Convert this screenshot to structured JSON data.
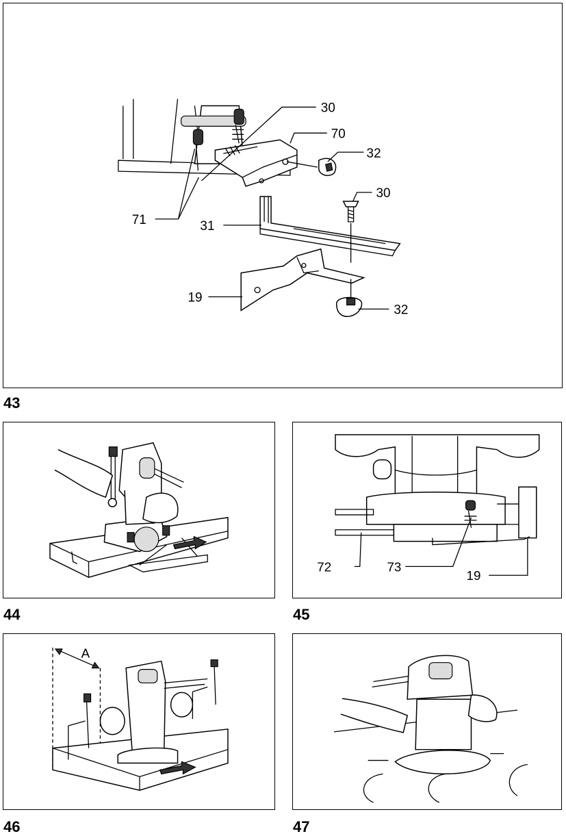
{
  "figures": {
    "fig43": {
      "number": "43",
      "callouts": {
        "c30a": "30",
        "c70": "70",
        "c32a": "32",
        "c30b": "30",
        "c71": "71",
        "c31": "31",
        "c19": "19",
        "c32b": "32"
      }
    },
    "fig44": {
      "number": "44"
    },
    "fig45": {
      "number": "45",
      "callouts": {
        "c72": "72",
        "c73": "73",
        "c19": "19"
      }
    },
    "fig46": {
      "number": "46",
      "callouts": {
        "cA": "A"
      }
    },
    "fig47": {
      "number": "47"
    }
  }
}
